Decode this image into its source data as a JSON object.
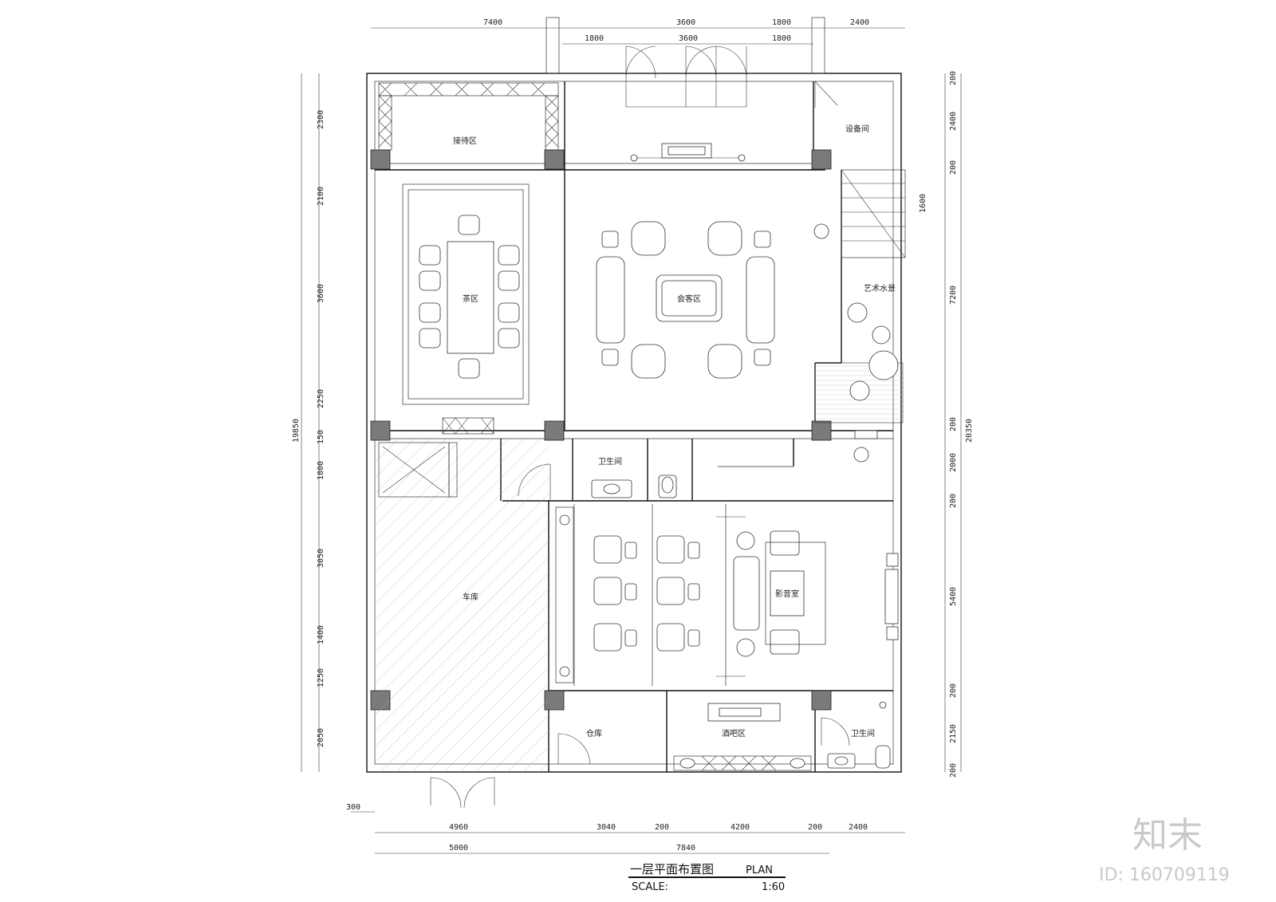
{
  "drawing": {
    "title": "一层平面布置图",
    "title_en": "PLAN",
    "scale_label": "SCALE:",
    "scale_value": "1:60"
  },
  "watermark": {
    "logo": "知末",
    "id": "ID: 160709119"
  },
  "rooms": {
    "reception": "接待区",
    "tea": "茶区",
    "lounge": "会客区",
    "equipment": "设备间",
    "art_water": "艺术水景",
    "toilet_1": "卫生间",
    "garage": "车库",
    "cinema": "影音室",
    "storage": "仓库",
    "bar": "酒吧区",
    "toilet_2": "卫生间"
  },
  "dimensions": {
    "top_outer": [
      "7400",
      "3600",
      "1800",
      "2400"
    ],
    "top_inner": [
      "1800",
      "3600",
      "1800"
    ],
    "left": [
      "2300",
      "2100",
      "3600",
      "2250",
      "150",
      "1800",
      "3050",
      "1400",
      "1250",
      "2050"
    ],
    "left_total": "19850",
    "right": [
      "200",
      "2400",
      "200",
      "1600",
      "7200",
      "200",
      "2000",
      "200",
      "5400",
      "200",
      "2150",
      "200"
    ],
    "right_total": "20350",
    "bottom_row1": [
      "4960",
      "3040",
      "200",
      "4200",
      "200",
      "2400"
    ],
    "bottom_row2": [
      "5000",
      "7840"
    ],
    "bottom_offset": "300"
  }
}
